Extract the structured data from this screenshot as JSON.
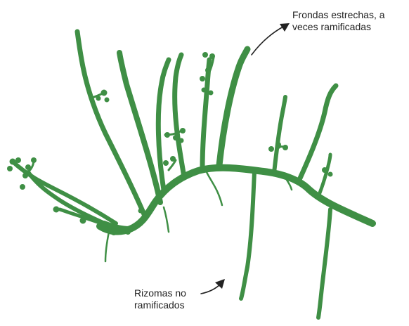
{
  "colors": {
    "plant": "#3f8f45",
    "text": "#222222",
    "arrow": "#222222",
    "background": "#ffffff"
  },
  "annotations": {
    "fronds": {
      "line1": "Frondas estrechas, a",
      "line2": "veces ramificadas"
    },
    "rhizomes": {
      "line1": "Rizomas no",
      "line2": "ramificados"
    }
  },
  "icons": [
    "fronds-arrow-icon",
    "rhizomes-arrow-icon"
  ]
}
